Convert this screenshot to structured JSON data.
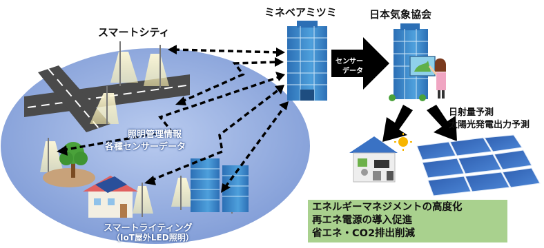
{
  "labels": {
    "smart_city": "スマートシティ",
    "minebea": "ミネベアミツミ",
    "jwa": "日本気象協会",
    "sensor_line1": "センサー",
    "sensor_line2": "データ",
    "lighting_info_line1": "照明管理情報",
    "lighting_info_line2": "各種センサーデータ",
    "forecast_line1": "日射量予測",
    "forecast_line2": "太陽光発電出力予測",
    "smart_lighting_line1": "スマートライティング",
    "smart_lighting_line2": "（IoT屋外LED照明）"
  },
  "benefits": [
    "エネルギーマネジメントの高度化",
    "再エネ電源の導入促進",
    "省エネ・CO2排出削減"
  ],
  "colors": {
    "city_ellipse": "#8fa9de",
    "benefit_box": "#a9d18e",
    "building_blue": "#3a86c8",
    "arrow_black": "#000000"
  }
}
